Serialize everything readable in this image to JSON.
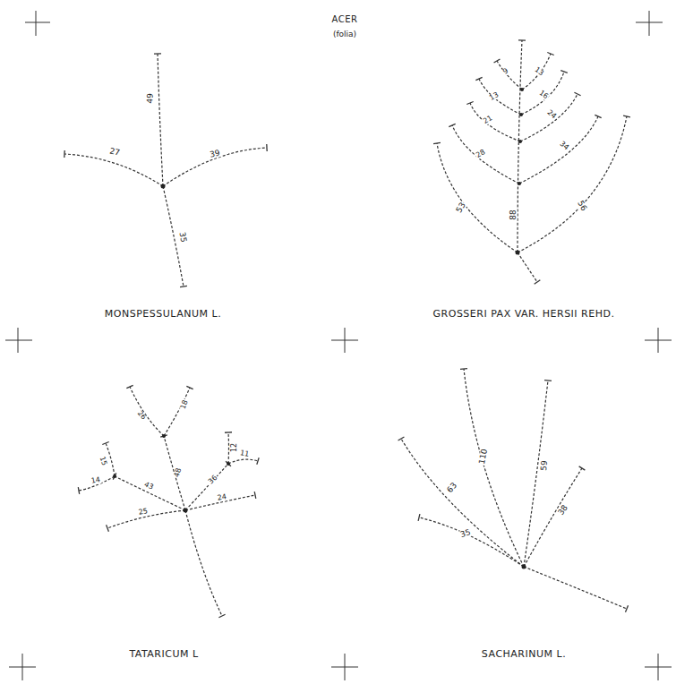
{
  "diagram": {
    "title": "ACER",
    "labels": [
      "(folia)",
      "49",
      "27",
      "39",
      "35",
      "MONSPESSULANUM L.",
      "9",
      "13",
      "13",
      "16",
      "21",
      "24",
      "28",
      "34",
      "53",
      "88",
      "56",
      "GROSSERI PAX VAR. HERSII REHD.",
      "18",
      "26",
      "15",
      "12",
      "11",
      "14",
      "43",
      "48",
      "36",
      "25",
      "24",
      "TATARICUM L",
      "110",
      "59",
      "63",
      "38",
      "35",
      "SACHARINUM L."
    ]
  }
}
